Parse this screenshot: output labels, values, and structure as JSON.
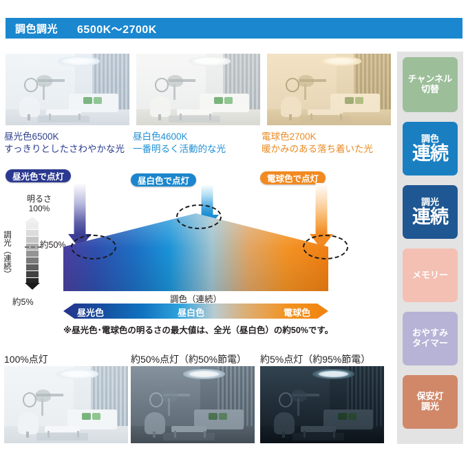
{
  "header": {
    "title": "調色調光",
    "range": "6500K〜2700K",
    "bar_color": "#1a87cf"
  },
  "top_photos": [
    {
      "name": "daylight-room",
      "caption_line1": "昼光色6500K",
      "caption_line2": "すっきりとしたさわやかな光",
      "caption_color": "#2c3e8f",
      "badge": "昼光色で点灯",
      "badge_color": "#2b3990"
    },
    {
      "name": "neutral-white-room",
      "caption_line1": "昼白色4600K",
      "caption_line2": "一番明るく活動的な光",
      "caption_color": "#1f8fd4",
      "badge": "昼白色で点灯",
      "badge_color": "#1b86cd"
    },
    {
      "name": "warm-bulb-room",
      "caption_line1": "電球色2700K",
      "caption_line2": "暖かみのある落ち着いた光",
      "caption_color": "#e98a22",
      "badge": "電球色で点灯",
      "badge_color": "#f18a21"
    }
  ],
  "brightness_scale": {
    "top_label_line1": "明るさ",
    "top_label_line2": "100%",
    "vertical_label": "調光（連続）",
    "mid_label": "約50%",
    "bottom_label": "約5%"
  },
  "color_diagram": {
    "caption": "調色（連続）",
    "bar_labels": [
      "昼光色",
      "昼白色",
      "電球色"
    ],
    "note": "※昼光色･電球色の明るさの最大値は、全光（昼白色）の約50%です。"
  },
  "bottom_photos": [
    {
      "name": "full-brightness-room",
      "caption": "100%点灯"
    },
    {
      "name": "half-brightness-room",
      "caption": "約50%点灯（約50%節電）"
    },
    {
      "name": "low-brightness-room",
      "caption": "約5%点灯（約95%節電）"
    }
  ],
  "sidebar": {
    "background": "#e3e3e3",
    "buttons": [
      {
        "name": "channel-switch",
        "sub": "チャンネル",
        "main": "切替",
        "color": "#9cbf9a",
        "big": false
      },
      {
        "name": "color-temp-continuous",
        "sub": "調色",
        "main": "連続",
        "color": "#1a7fc1",
        "big": true
      },
      {
        "name": "dimming-continuous",
        "sub": "調光",
        "main": "連続",
        "color": "#1f5792",
        "big": true
      },
      {
        "name": "memory",
        "sub": "",
        "main": "メモリー",
        "color": "#f4c0b4",
        "big": false
      },
      {
        "name": "sleep-timer",
        "sub": "おやすみ",
        "main": "タイマー",
        "color": "#b7b3d6",
        "big": false
      },
      {
        "name": "night-light-dimming",
        "sub": "保安灯",
        "main": "調光",
        "color": "#d08869",
        "big": false
      }
    ]
  }
}
